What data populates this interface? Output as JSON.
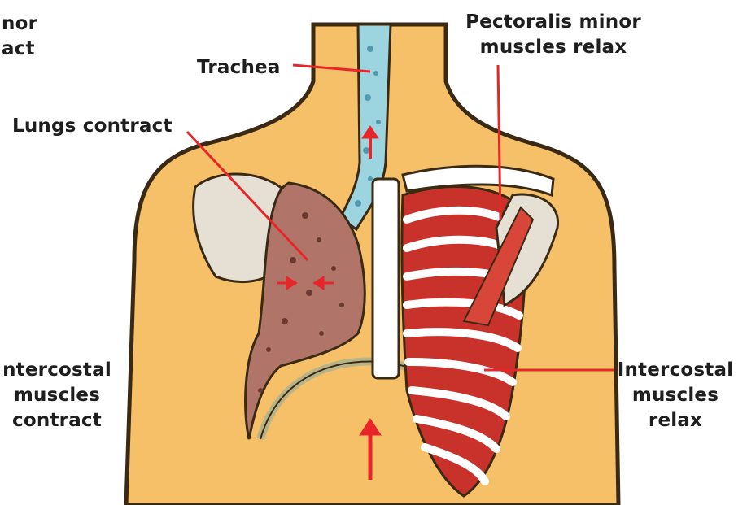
{
  "labels": {
    "cropped_top_left": "nor\nact",
    "trachea": "Trachea",
    "lungs": "Lungs contract",
    "pectoralis": "Pectoralis minor\nmuscles relax",
    "intercostal_left": "ntercostal\nmuscles\ncontract",
    "intercostal_right": "Intercostal\nmuscles\nrelax"
  },
  "colors": {
    "skin": "#f6c068",
    "skin_outline": "#3a2a14",
    "trachea": "#9cd4e0",
    "lung": "#b07468",
    "muscle": "#c8322a",
    "rib": "#ffffff",
    "arrow": "#e8262a",
    "diaphragm": "#b8b488"
  }
}
